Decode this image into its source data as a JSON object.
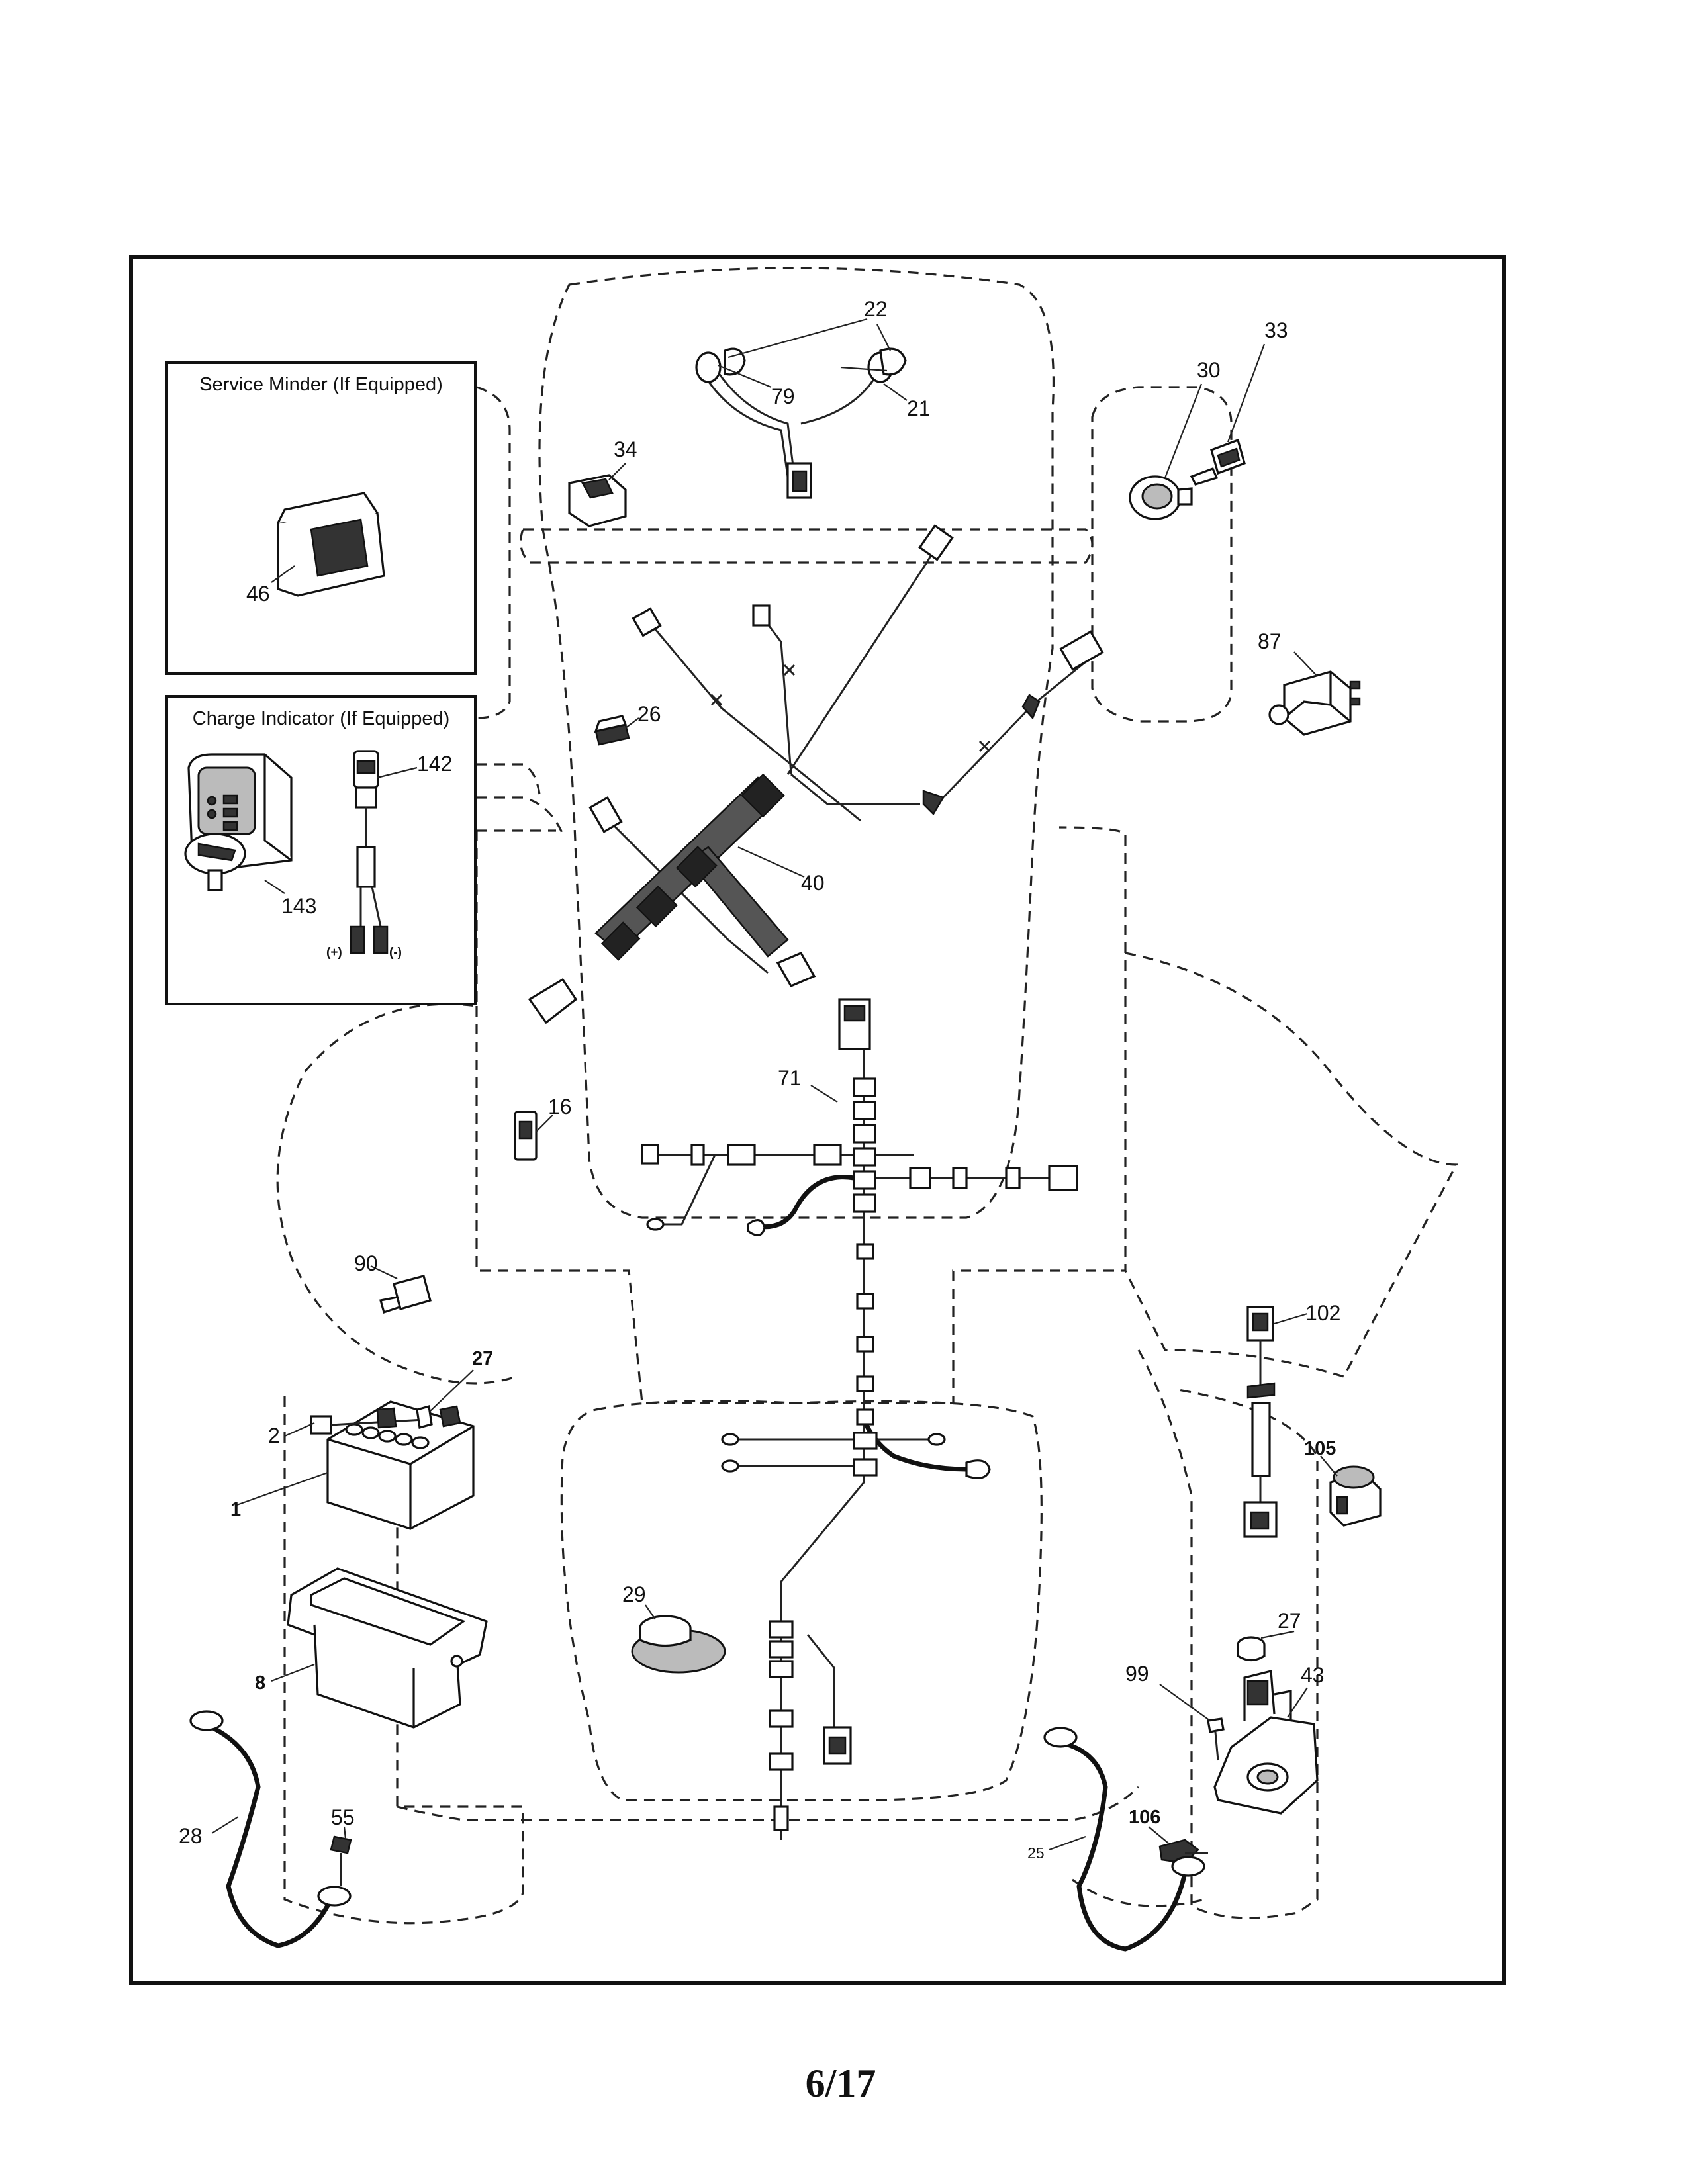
{
  "insets": {
    "service_minder": "Service Minder (If Equipped)",
    "charge_indicator": "Charge Indicator (If Equipped)",
    "terminal_positive": "(+)",
    "terminal_negative": "(-)"
  },
  "callouts": {
    "c1": "1",
    "c2": "2",
    "c8": "8",
    "c16": "16",
    "c21": "21",
    "c22": "22",
    "c25": "25",
    "c26": "26",
    "c27a": "27",
    "c27b": "27",
    "c28": "28",
    "c29": "29",
    "c30": "30",
    "c33": "33",
    "c34": "34",
    "c40": "40",
    "c43": "43",
    "c46": "46",
    "c55": "55",
    "c71": "71",
    "c79": "79",
    "c87": "87",
    "c90": "90",
    "c99": "99",
    "c102": "102",
    "c105": "105",
    "c106": "106",
    "c142": "142",
    "c143": "143"
  },
  "page": {
    "number": "6/17"
  }
}
